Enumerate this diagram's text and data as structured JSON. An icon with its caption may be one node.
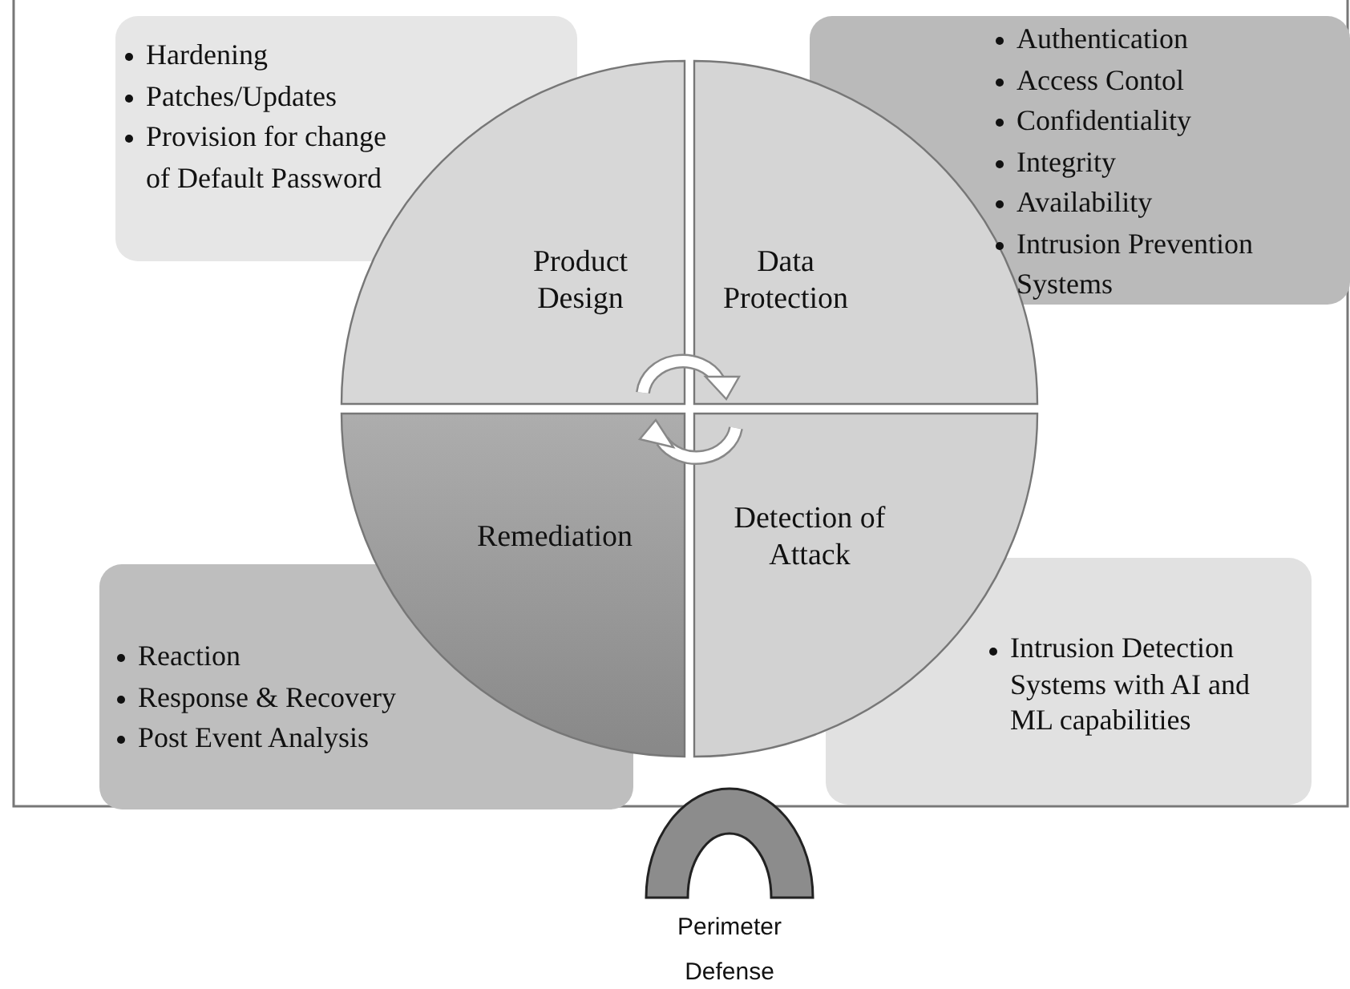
{
  "diagram": {
    "nodes": [
      {
        "text": [
          "Hardening",
          "Patches/Updates",
          "Provision for change of Default Password"
        ]
      },
      {
        "text": [
          "Product Design"
        ]
      },
      {
        "text": [
          "Data Protection"
        ]
      },
      {
        "text": [
          "Authentication",
          "Access Contol",
          "Confidentiality",
          "Integrity",
          "Availability",
          "Intrusion Prevention Systems"
        ]
      },
      {
        "text": [
          "Remediation"
        ]
      },
      {
        "text": [
          "Detection of Attack"
        ]
      },
      {
        "text": [
          "Reaction",
          "Response & Recovery",
          "Post Event Analysis"
        ]
      },
      {
        "text": [
          "Intrusion Detection Systems with AI and ML capabilities"
        ]
      },
      {
        "text": [
          "Perimeter Defense"
        ]
      }
    ],
    "edges": []
  }
}
